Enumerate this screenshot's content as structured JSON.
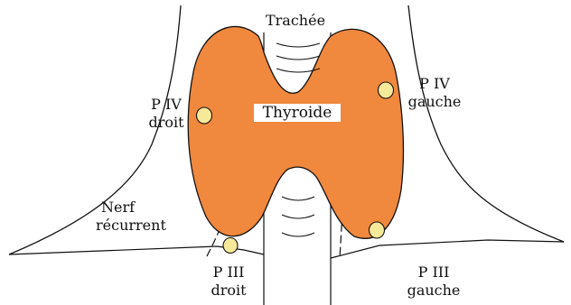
{
  "labels": {
    "trachea": "Trachée",
    "thyroid": "Thyroide",
    "piv_right": [
      "P IV",
      "droit"
    ],
    "piv_left": [
      "P IV",
      "gauche"
    ],
    "nerve": [
      "Nerf",
      "récurrent"
    ],
    "piii_right": [
      "P III",
      "droit"
    ],
    "piii_left": [
      "P III",
      "gauche"
    ]
  },
  "colors": {
    "thyroid": "#f0883e",
    "parathyroid": "#f7e99a",
    "ink": "#111111",
    "background": "#ffffff"
  }
}
